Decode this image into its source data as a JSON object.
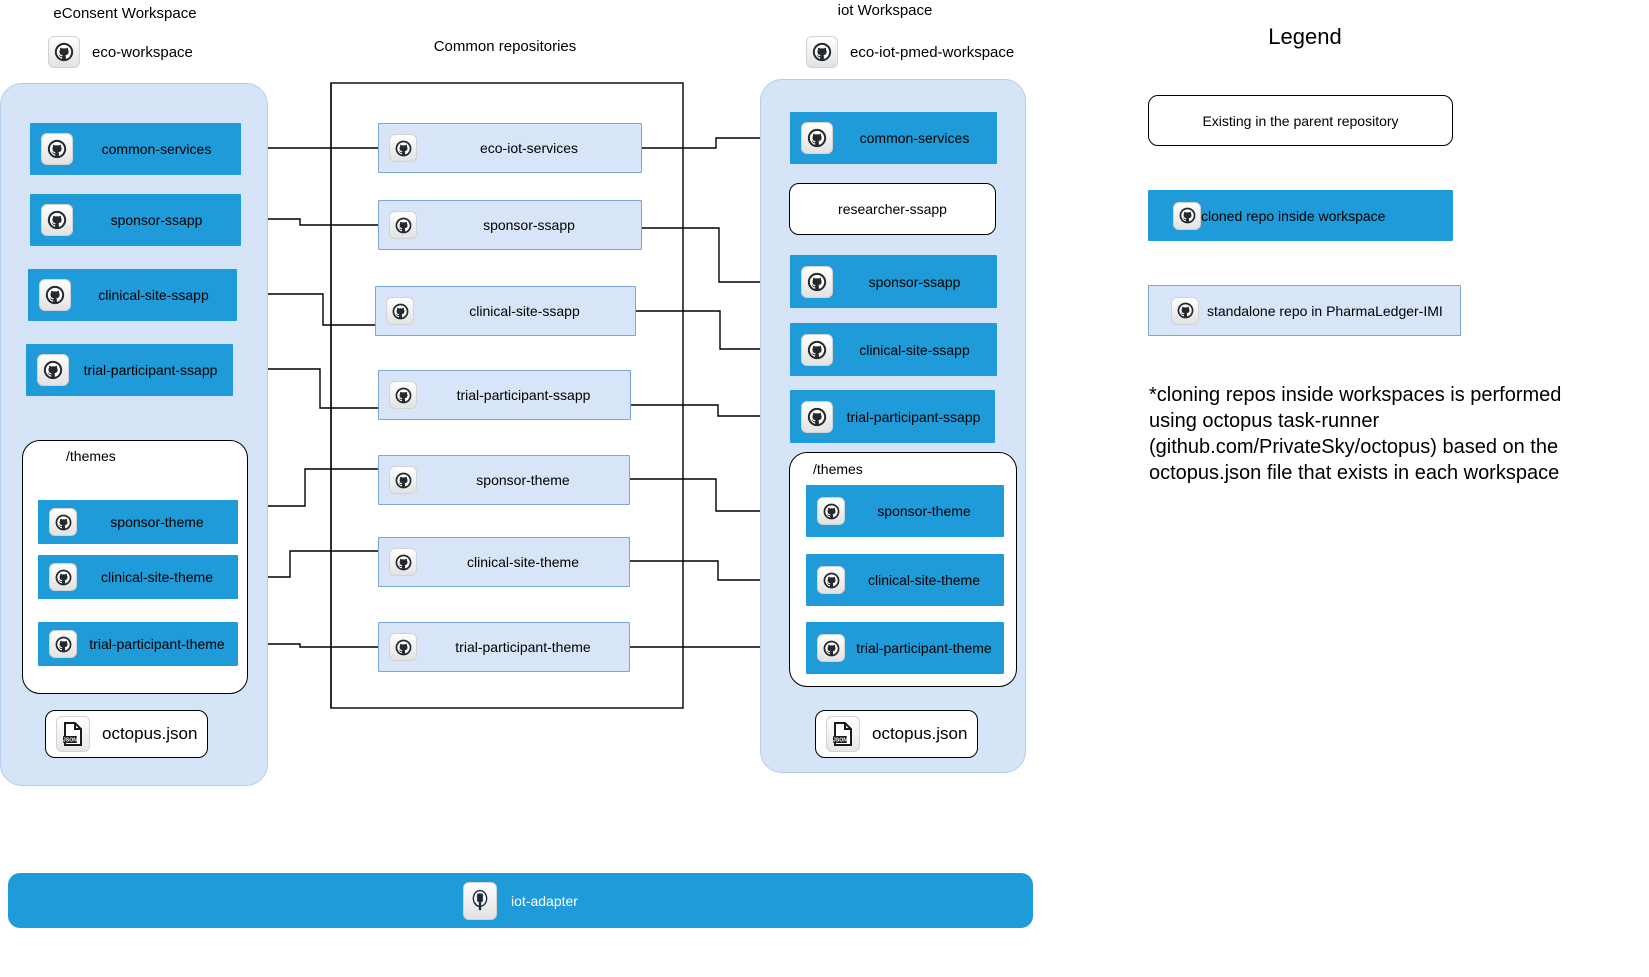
{
  "titles": {
    "econsent_workspace": "eConsent Workspace",
    "common_repositories": "Common repositories",
    "iot_workspace": "iot Workspace"
  },
  "workspaces": {
    "econsent": {
      "root_repo": "eco-workspace",
      "repos": [
        {
          "label": "common-services",
          "kind": "cloned"
        },
        {
          "label": "sponsor-ssapp",
          "kind": "cloned"
        },
        {
          "label": "clinical-site-ssapp",
          "kind": "cloned"
        },
        {
          "label": "trial-participant-ssapp",
          "kind": "cloned"
        }
      ],
      "themes_group_title": "/themes",
      "themes": [
        {
          "label": "sponsor-theme",
          "kind": "cloned"
        },
        {
          "label": "clinical-site-theme",
          "kind": "cloned"
        },
        {
          "label": "trial-participant-theme",
          "kind": "cloned"
        }
      ],
      "octopus_file": "octopus.json"
    },
    "iot": {
      "root_repo": "eco-iot-pmed-workspace",
      "repos": [
        {
          "label": "common-services",
          "kind": "cloned"
        },
        {
          "label": "researcher-ssapp",
          "kind": "parent"
        },
        {
          "label": "sponsor-ssapp",
          "kind": "cloned"
        },
        {
          "label": "clinical-site-ssapp",
          "kind": "cloned"
        },
        {
          "label": "trial-participant-ssapp",
          "kind": "cloned"
        }
      ],
      "themes_group_title": "/themes",
      "themes": [
        {
          "label": "sponsor-theme",
          "kind": "cloned"
        },
        {
          "label": "clinical-site-theme",
          "kind": "cloned"
        },
        {
          "label": "trial-participant-theme",
          "kind": "cloned"
        }
      ],
      "octopus_file": "octopus.json"
    }
  },
  "common_repositories": [
    {
      "label": "eco-iot-services",
      "kind": "standalone"
    },
    {
      "label": "sponsor-ssapp",
      "kind": "standalone"
    },
    {
      "label": "clinical-site-ssapp",
      "kind": "standalone"
    },
    {
      "label": "trial-participant-ssapp",
      "kind": "standalone"
    },
    {
      "label": "sponsor-theme",
      "kind": "standalone"
    },
    {
      "label": "clinical-site-theme",
      "kind": "standalone"
    },
    {
      "label": "trial-participant-theme",
      "kind": "standalone"
    }
  ],
  "legend": {
    "title": "Legend",
    "items": [
      {
        "label": "Existing in the parent repository",
        "kind": "parent",
        "has_icon": false
      },
      {
        "label": "cloned repo inside workspace",
        "kind": "cloned",
        "has_icon": true
      },
      {
        "label": "standalone repo in PharmaLedger-IMI",
        "kind": "standalone",
        "has_icon": true
      }
    ],
    "note": "*cloning repos inside workspaces is performed using octopus task-runner (github.com/PrivateSky/octopus) based on the octopus.json file that exists in each workspace"
  },
  "bottom_bar": {
    "label": "iot-adapter"
  },
  "colors": {
    "cloned_blue": "#1f9bd9",
    "standalone_fill": "#d8e4f8",
    "standalone_border": "#7ea6d4",
    "workspace_fill": "#d6e4f7",
    "workspace_border": "#b3cdec",
    "stroke": "#000000"
  },
  "icons": {
    "repo": "github-icon",
    "file": "json-file-icon",
    "adapter": "plug-icon"
  }
}
